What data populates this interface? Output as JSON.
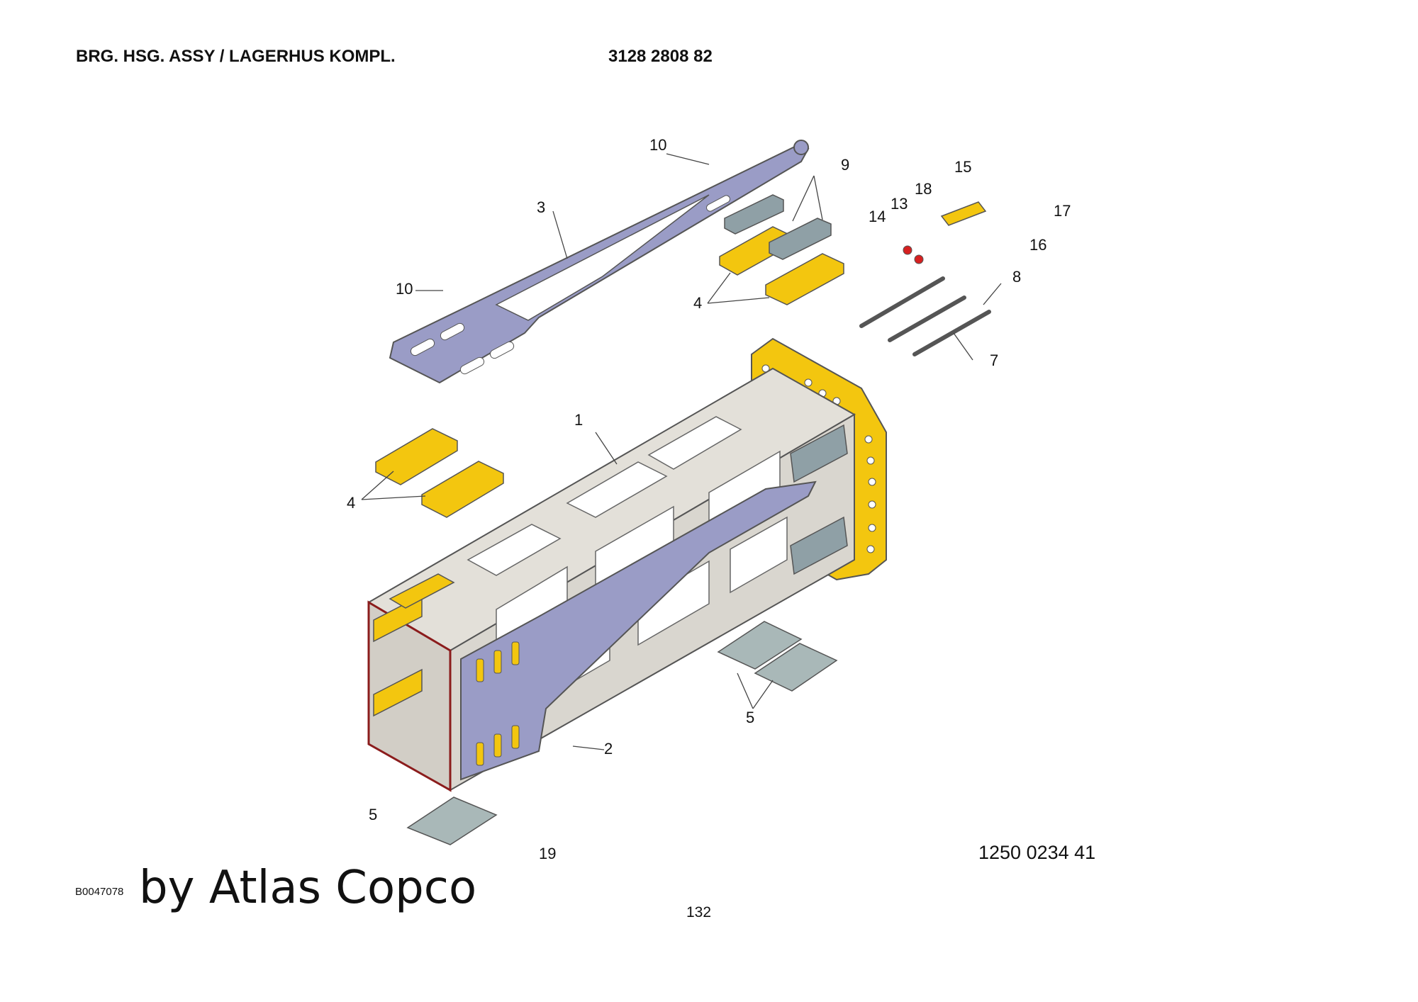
{
  "header": {
    "title": "BRG. HSG. ASSY / LAGERHUS KOMPL.",
    "part_number": "3128 2808 82"
  },
  "callouts": {
    "c1": "1",
    "c2": "2",
    "c3": "3",
    "c4a": "4",
    "c4b": "4",
    "c5a": "5",
    "c5b": "5",
    "c7": "7",
    "c8": "8",
    "c9": "9",
    "c10a": "10",
    "c10b": "10",
    "c13": "13",
    "c14": "14",
    "c15": "15",
    "c16": "16",
    "c17": "17",
    "c18": "18",
    "c19": "19"
  },
  "footer": {
    "drawing_number": "1250 0234 41",
    "image_code": "B0047078",
    "byline": "by Atlas Copco",
    "page_number": "132"
  },
  "colors": {
    "frame": "#d9d6cf",
    "lavender": "#9a9cc6",
    "yellow": "#f3c60f",
    "pad_gray": "#8fa0a6",
    "pad_light": "#a9b8b8",
    "edge_red": "#8b1c1c"
  }
}
